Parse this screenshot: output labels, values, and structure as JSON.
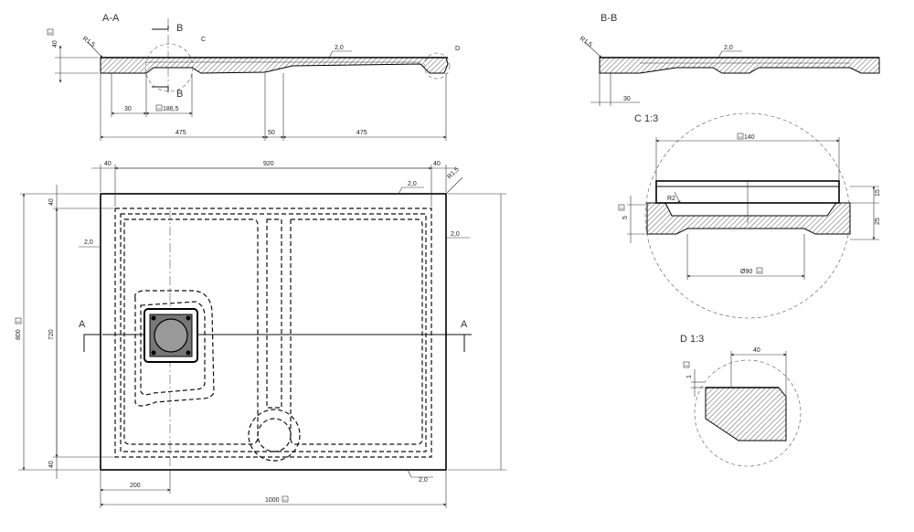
{
  "views": {
    "section_aa": {
      "title": "A-A",
      "cut_label": "B",
      "dims": {
        "height": "40",
        "radius": "R1,5",
        "slope": "2,0",
        "detail_c": "C",
        "detail_d": "D",
        "offset": "30",
        "drain": "186,5",
        "left": "475",
        "middle": "50",
        "right": "475"
      }
    },
    "section_bb": {
      "title": "B-B",
      "dims": {
        "radius": "R1,5",
        "slope": "2,0",
        "offset": "30"
      }
    },
    "plan": {
      "cut_label": "A",
      "dims": {
        "top_left": "40",
        "top_mid": "920",
        "top_right": "40",
        "slope_top": "2,0",
        "radius": "R1,5",
        "slope_left": "2,0",
        "slope_right": "2,0",
        "slope_bottom": "2,0",
        "left_top": "40",
        "left_mid": "720",
        "left_bottom": "40",
        "overall_height": "800",
        "drain_offset": "200",
        "overall_width": "1000"
      }
    },
    "detail_c": {
      "title": "C 1:3",
      "dims": {
        "drain_width": "140",
        "radius": "R2",
        "depth": "5",
        "lip": "15",
        "height": "25",
        "outlet": "Ø90"
      }
    },
    "detail_d": {
      "title": "D 1:3",
      "dims": {
        "width": "40",
        "edge": "1"
      }
    }
  }
}
